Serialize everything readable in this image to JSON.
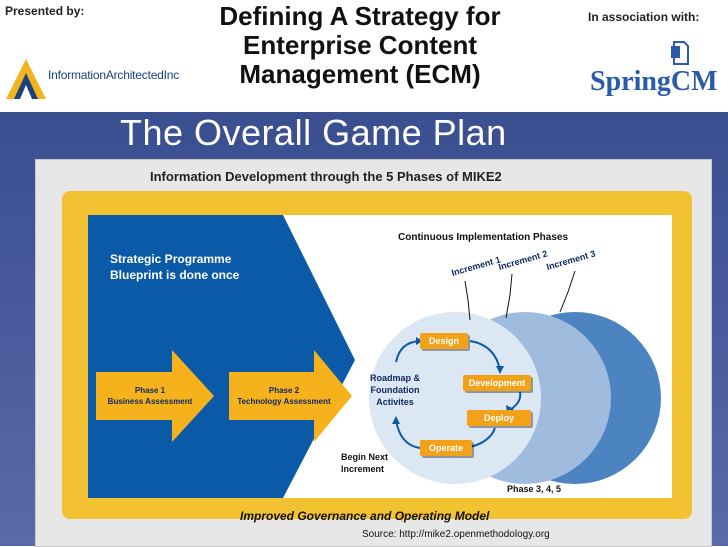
{
  "header": {
    "presented_by": "Presented by:",
    "in_association_with": "In association with:",
    "title_lines": [
      "Defining A Strategy for",
      "Enterprise Content",
      "Management (ECM)"
    ],
    "left_logo_text": "InformationArchitectedInc",
    "right_logo_text": "SpringCM"
  },
  "slide": {
    "heading": "The Overall Game Plan"
  },
  "diagram": {
    "panel_title": "Information Development through the 5 Phases of MIKE2",
    "continuous_phases": "Continuous Implementation Phases",
    "strategic_lines": [
      "Strategic Programme",
      "Blueprint is done once"
    ],
    "phase1_lines": [
      "Phase 1",
      "Business Assessment"
    ],
    "phase2_lines": [
      "Phase 2",
      "Technology Assessment"
    ],
    "roadmap_lines": [
      "Roadmap &",
      "Foundation",
      "Activites"
    ],
    "cycle": {
      "design": "Design",
      "development": "Development",
      "deploy": "Deploy",
      "operate": "Operate"
    },
    "increments": [
      "Increment 1",
      "Increment 2",
      "Increment 3"
    ],
    "begin_next_lines": [
      "Begin Next",
      "Increment"
    ],
    "phase345": "Phase 3, 4, 5",
    "governance": "Improved Governance and Operating Model",
    "source": "Source: http://mike2.openmethodology.org"
  },
  "colors": {
    "band": "#46589a",
    "blue_panel": "#0b5aa8",
    "gold": "#f2c232",
    "orange": "#f4a11a",
    "arrow": "#f6b21d"
  }
}
